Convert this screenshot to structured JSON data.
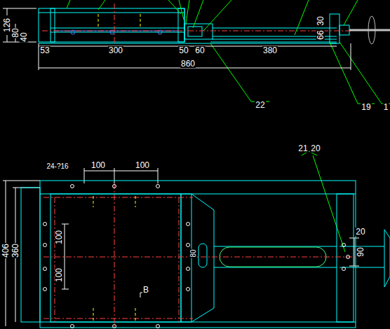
{
  "diagram": {
    "labels": [
      "126",
      "80",
      "40",
      "53",
      "300",
      "50",
      "60",
      "380",
      "860",
      "30",
      "66",
      "22",
      "19",
      "1",
      "24-?16",
      "100",
      "100",
      "406",
      "360",
      "100",
      "100",
      "B",
      "21",
      "20",
      "20",
      "90",
      "80"
    ]
  }
}
